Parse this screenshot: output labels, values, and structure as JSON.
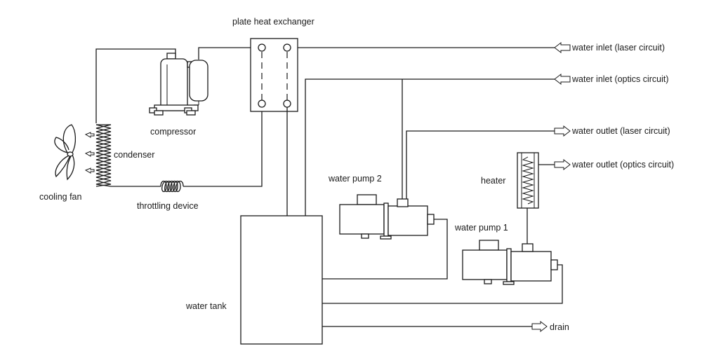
{
  "labels": {
    "plate_heat_exchanger": "plate heat exchanger",
    "compressor": "compressor",
    "condenser": "condenser",
    "cooling_fan": "cooling fan",
    "throttling_device": "throttling device",
    "water_tank": "water tank",
    "water_pump_1": "water pump 1",
    "water_pump_2": "water pump 2",
    "heater": "heater",
    "water_inlet_laser": "water inlet (laser circuit)",
    "water_inlet_optics": "water inlet (optics circuit)",
    "water_outlet_laser": "water outlet (laser circuit)",
    "water_outlet_optics": "water outlet (optics circuit)",
    "drain": "drain"
  },
  "icons": {
    "fan": "fan-blades-icon",
    "arrow": "hollow-arrow-icon",
    "coil": "coil-icon"
  }
}
